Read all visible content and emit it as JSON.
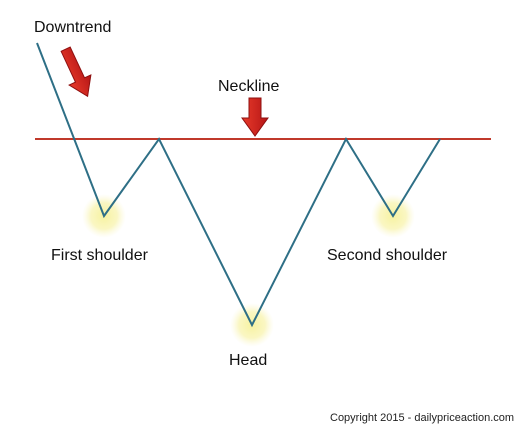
{
  "labels": {
    "downtrend": "Downtrend",
    "neckline": "Neckline",
    "first_shoulder": "First shoulder",
    "head": "Head",
    "second_shoulder": "Second shoulder"
  },
  "copyright": "Copyright 2015 - dailypriceaction.com",
  "colors": {
    "price_line": "#2e6f86",
    "neckline": "#c0392b",
    "arrow": "#d0201e",
    "highlight": "#f7f2a0"
  }
}
